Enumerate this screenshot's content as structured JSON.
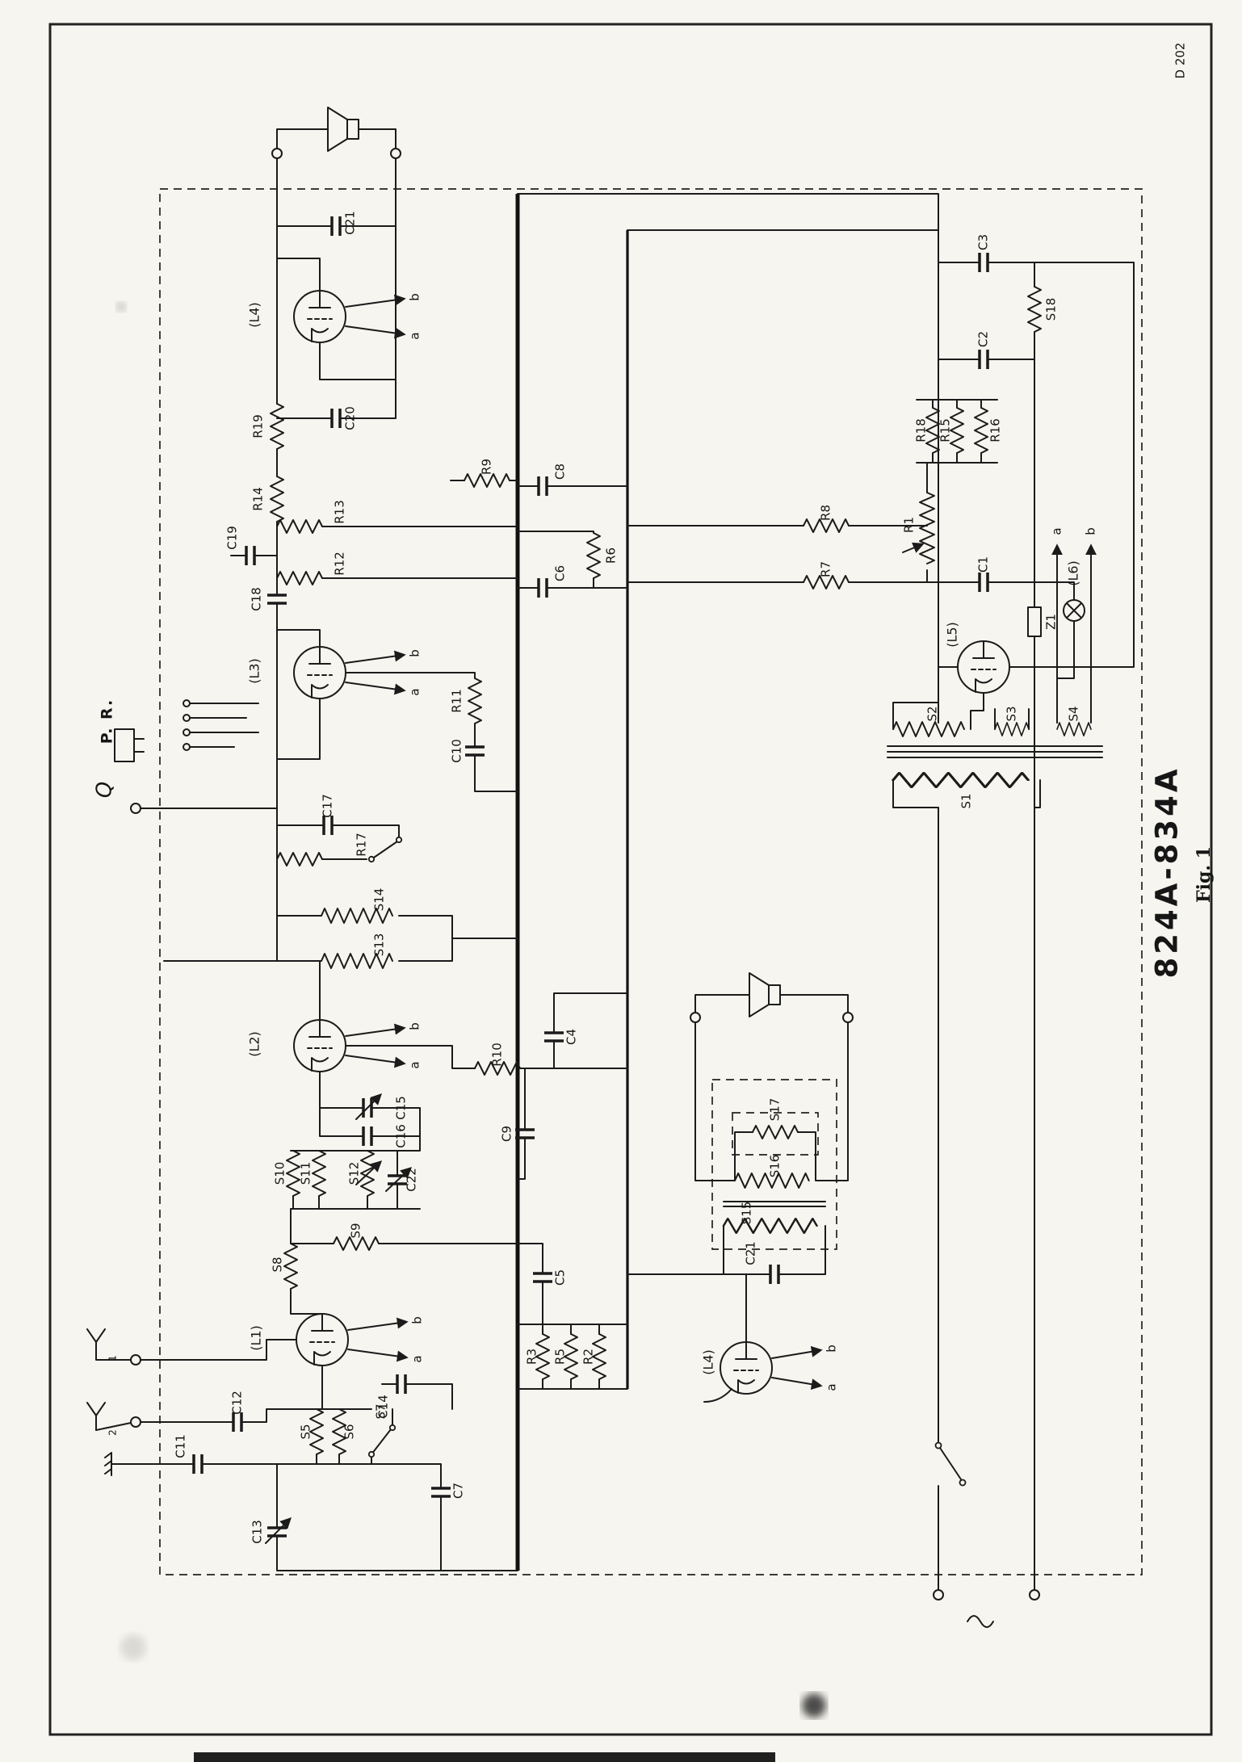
{
  "page": {
    "doc_code": "D 202",
    "model": "824A-834A",
    "figure": "Fig. 1"
  },
  "labels": {
    "inputs": {
      "pickup": "P. R.",
      "gram": "Q",
      "ant1": "1",
      "ant2": "2"
    },
    "pins": {
      "a": "a",
      "b": "b"
    },
    "tubes": {
      "l1": "(L1)",
      "l2": "(L2)",
      "l3": "(L3)",
      "l4": "(L4)",
      "l5": "(L5)",
      "l6": "(L6)"
    },
    "capacitors": {
      "c1": "C1",
      "c2": "C2",
      "c3": "C3",
      "c4": "C4",
      "c5": "C5",
      "c6": "C6",
      "c7": "C7",
      "c8": "C8",
      "c9": "C9",
      "c10": "C10",
      "c11": "C11",
      "c12": "C12",
      "c13": "C13",
      "c14": "C14",
      "c15": "C15",
      "c16": "C16",
      "c17": "C17",
      "c18": "C18",
      "c19": "C19",
      "c20": "C20",
      "c21": "C21",
      "c22": "C22"
    },
    "resistors": {
      "r1": "R1",
      "r2": "R2",
      "r3": "R3",
      "r5": "R5",
      "r6": "R6",
      "r7": "R7",
      "r8": "R8",
      "r9": "R9",
      "r10": "R10",
      "r11": "R11",
      "r12": "R12",
      "r13": "R13",
      "r14": "R14",
      "r15": "R15",
      "r16": "R16",
      "r17": "R17",
      "r18": "R18",
      "r19": "R19"
    },
    "coils": {
      "s1": "S1",
      "s2": "S2",
      "s3": "S3",
      "s4": "S4",
      "s5": "S5",
      "s6": "S6",
      "s7": "S7",
      "s8": "S8",
      "s9": "S9",
      "s10": "S10",
      "s11": "S11",
      "s12": "S12",
      "s13": "S13",
      "s14": "S14",
      "s15": "S15",
      "s16": "S16",
      "s17": "S17",
      "s18": "S18"
    },
    "misc": {
      "z1": "Z1"
    }
  }
}
